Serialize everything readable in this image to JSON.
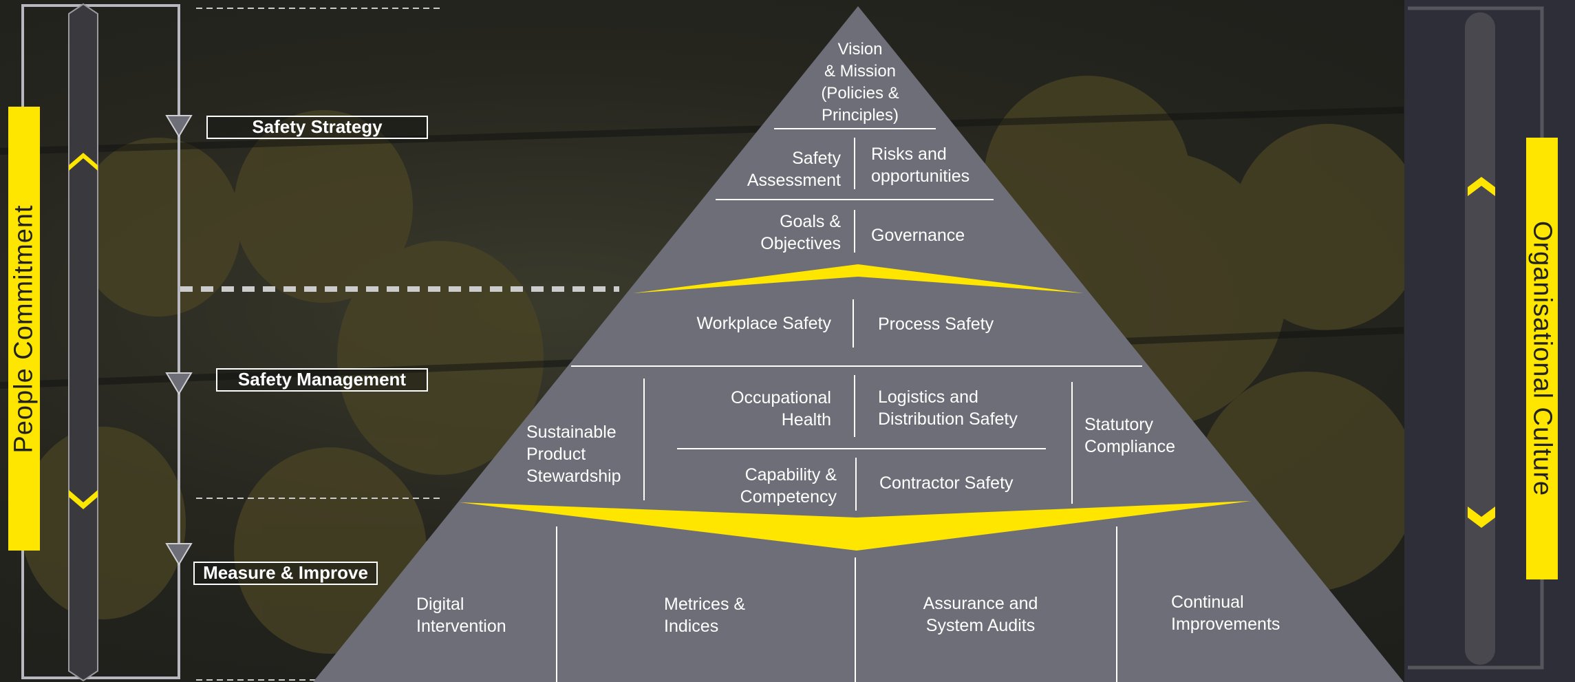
{
  "left_bar": {
    "label": "People Commitment"
  },
  "right_bar": {
    "label": "Organisational Culture"
  },
  "stages": [
    {
      "label": "Safety Strategy"
    },
    {
      "label": "Safety Management"
    },
    {
      "label": "Measure & Improve"
    }
  ],
  "pyramid": {
    "tier1": {
      "top": "Vision\n& Mission\n(Policies &\nPrinciples)",
      "safety_assessment": "Safety\nAssessment",
      "risks": "Risks and\nopportunities",
      "goals": "Goals &\nObjectives",
      "governance": "Governance"
    },
    "tier2": {
      "workplace": "Workplace Safety",
      "process": "Process Safety",
      "sustainable": "Sustainable\nProduct\nStewardship",
      "occupational": "Occupational\nHealth",
      "logistics": "Logistics and\nDistribution Safety",
      "statutory": "Statutory\nCompliance",
      "capability": "Capability &\nCompetency",
      "contractor": "Contractor Safety"
    },
    "tier3": {
      "digital": "Digital\nIntervention",
      "metrics": "Metrices &\nIndices",
      "assurance": "Assurance and\nSystem Audits",
      "continual": "Continual\nImprovements"
    }
  },
  "colors": {
    "accent": "#ffe600",
    "pyramid": "#6e6e78",
    "panel": "#2e2e38"
  }
}
